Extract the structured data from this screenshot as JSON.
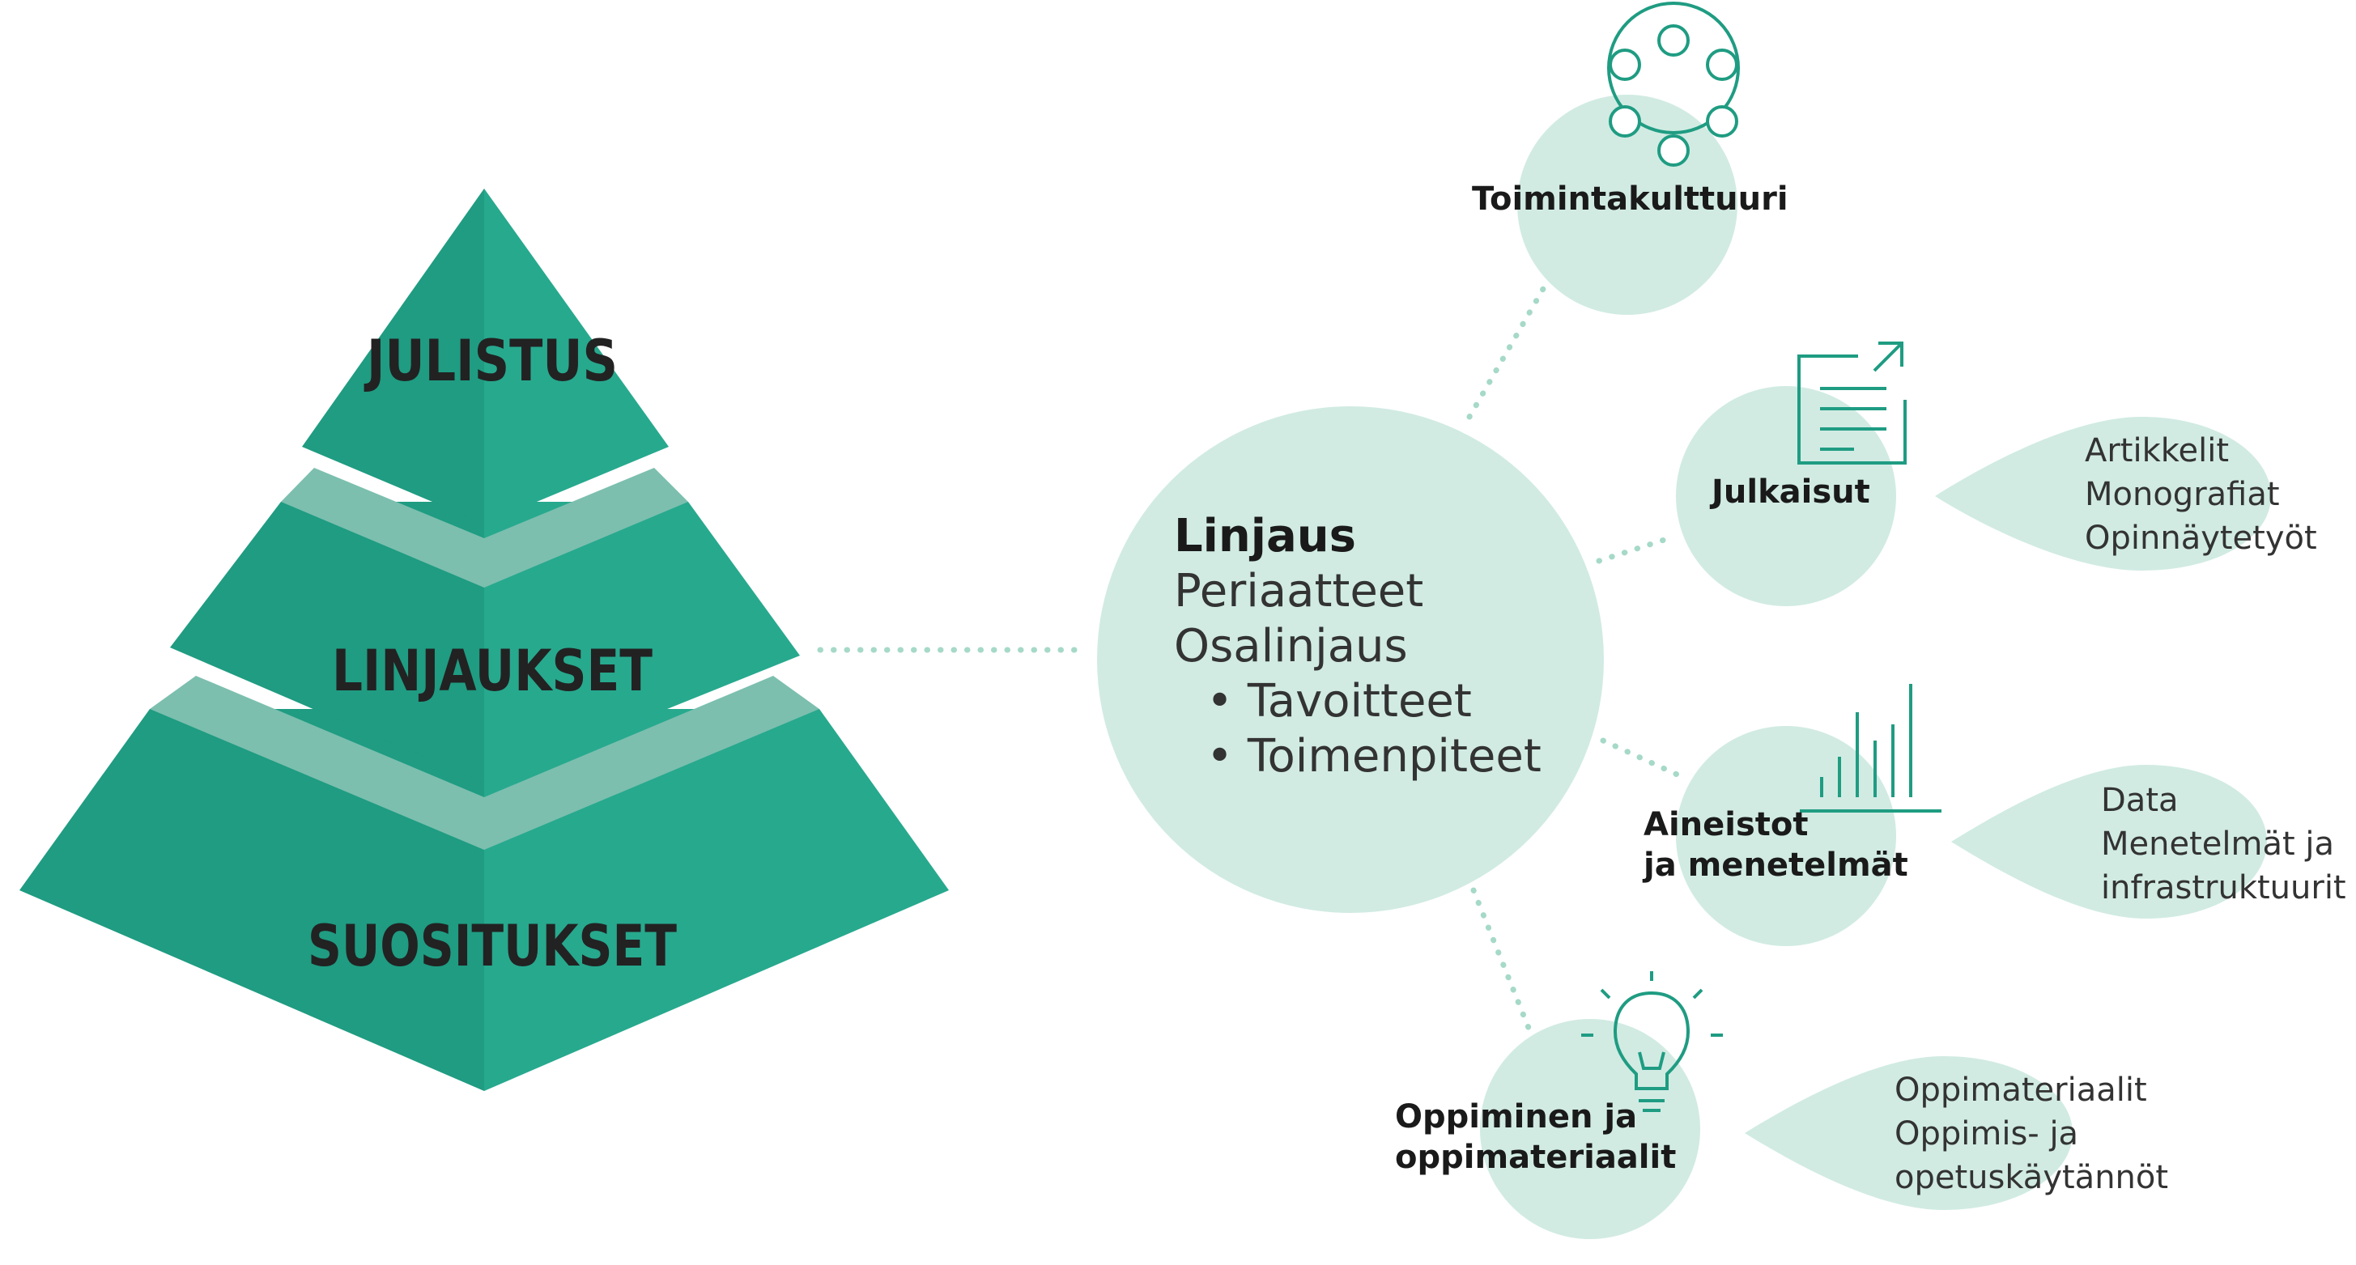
{
  "colors": {
    "pyramid_dark": "#1f9c82",
    "pyramid_light": "#25a88d",
    "pyramid_band": "#7cbfae",
    "bubble": "#d1ebe3",
    "icon": "#1f9c82",
    "dots": "#a6d9c8"
  },
  "pyramid": {
    "top": "JULISTUS",
    "middle": "LINJAUKSET",
    "bottom": "SUOSITUKSET"
  },
  "center": {
    "title": "Linjaus",
    "lines": [
      "Periaatteet",
      "Osalinjaus"
    ],
    "bullets": [
      "Tavoitteet",
      "Toimenpiteet"
    ]
  },
  "nodes": [
    {
      "label": "Toimintakulttuuri",
      "icon": "network-icon"
    },
    {
      "label": "Julkaisut",
      "icon": "document-icon",
      "leaf": [
        "Artikkelit",
        "Monografiat",
        "Opinnäytetyöt"
      ]
    },
    {
      "label": "Aineistot ja menetelmät",
      "label_lines": [
        "Aineistot",
        "ja menetelmät"
      ],
      "icon": "bar-chart-icon",
      "leaf": [
        "Data",
        "Menetelmät ja",
        "infrastruktuurit"
      ]
    },
    {
      "label": "Oppiminen ja oppimateriaalit",
      "label_lines": [
        "Oppiminen ja",
        "oppimateriaalit"
      ],
      "icon": "lightbulb-icon",
      "leaf": [
        "Oppimateriaalit",
        "Oppimis- ja",
        "opetuskäytännöt"
      ]
    }
  ]
}
